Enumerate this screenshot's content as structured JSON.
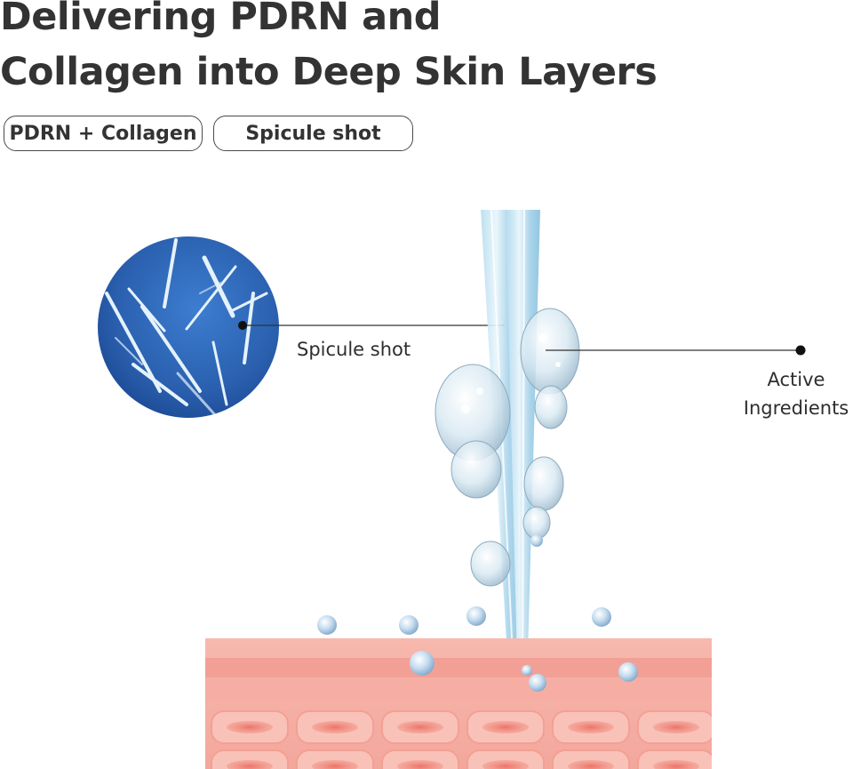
{
  "header": {
    "title_line1": "Delivering PDRN and",
    "title_line2": "Collagen into Deep Skin Layers"
  },
  "tags": [
    {
      "label": "PDRN + Collagen"
    },
    {
      "label": "Spicule shot"
    }
  ],
  "callouts": {
    "spicule_label": "Spicule shot",
    "active_line1": "Active",
    "active_line2": "Ingredients"
  },
  "colors": {
    "title": "#333333",
    "circle_blue": "#2d62b0",
    "needle": "#9ccfe6",
    "skin_top": "#f6b1a8",
    "skin_band": "#ef8b80",
    "cell_fill": "#f8b7ad",
    "cell_nucleus": "#ef7e72"
  }
}
